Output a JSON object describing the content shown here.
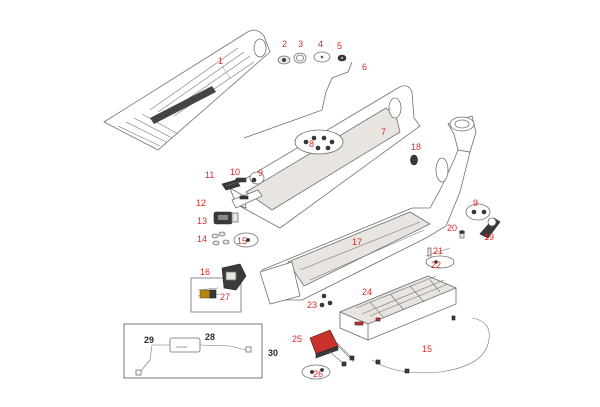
{
  "callouts": {
    "c1": "1",
    "c2": "2",
    "c3": "3",
    "c4": "4",
    "c5": "5",
    "c6": "6",
    "c7": "7",
    "c8": "8",
    "c9a": "9",
    "c9b": "9",
    "c10": "10",
    "c11": "11",
    "c12": "12",
    "c13": "13",
    "c14": "14",
    "c15": "15",
    "c15b": "15",
    "c16": "16",
    "c17": "17",
    "c18": "18",
    "c19": "19",
    "c20": "20",
    "c21": "21",
    "c22": "22",
    "c23": "23",
    "c24": "24",
    "c25": "25",
    "c26": "26",
    "c27": "27",
    "c28": "28",
    "c29": "29",
    "c30": "30"
  },
  "colors": {
    "callout": "#d62b2b",
    "line": "#6f6f6f",
    "battery_highlight": "#c8322a"
  }
}
